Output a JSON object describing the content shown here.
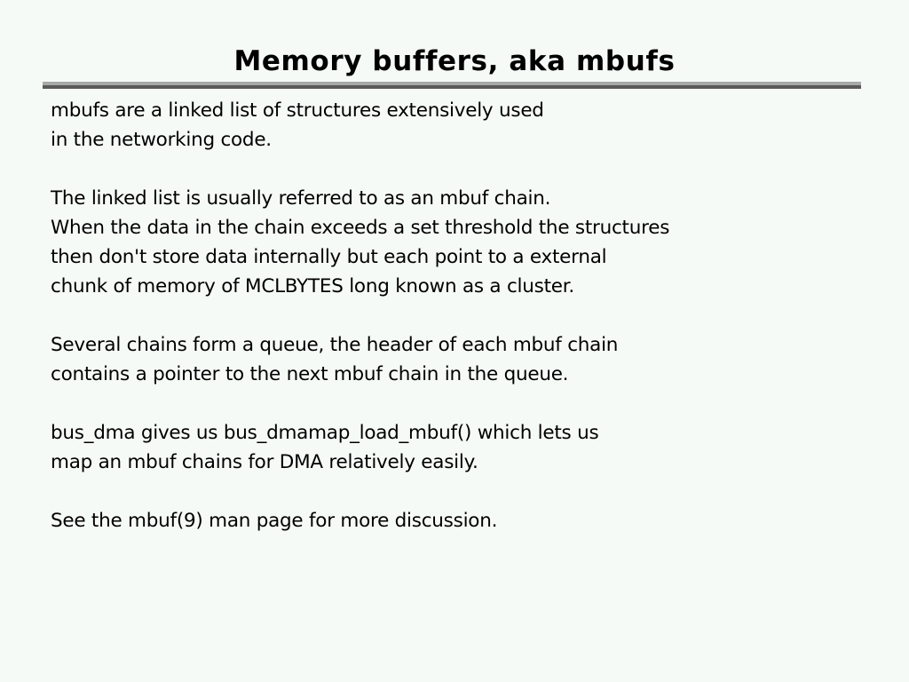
{
  "slide": {
    "title": "Memory buffers, aka mbufs",
    "title_rule": {
      "name": "title-divider",
      "top_color": "#a9a9a9",
      "bottom_color": "#5a5a5a"
    },
    "background_color": "#f6faf7",
    "text_color": "#000000",
    "paragraphs": [
      {
        "lines": [
          "mbufs are a linked list of structures extensively used",
          "in the networking code."
        ]
      },
      {
        "lines": [
          "The linked list is usually referred to as an mbuf chain.",
          "When the data in the chain exceeds a set threshold the structures",
          "then don't store data internally but each point to a external",
          "chunk of memory of MCLBYTES long known as a cluster."
        ]
      },
      {
        "lines": [
          "Several chains form a queue, the header of each mbuf chain",
          "contains a pointer to the next mbuf chain in the queue."
        ]
      },
      {
        "lines": [
          "bus_dma gives us bus_dmamap_load_mbuf() which lets us",
          "map an mbuf chains for DMA relatively easily."
        ]
      },
      {
        "lines": [
          "See the mbuf(9) man page for more discussion."
        ]
      }
    ]
  }
}
